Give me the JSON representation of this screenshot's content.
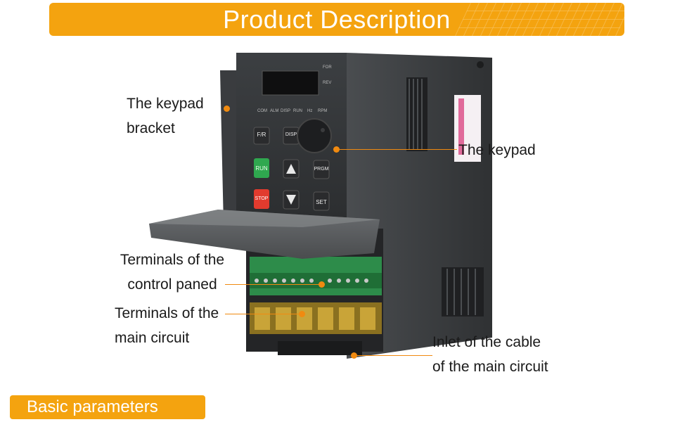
{
  "header": {
    "title": "Product Description"
  },
  "labels": {
    "keypad_bracket": [
      "The keypad",
      "bracket"
    ],
    "keypad": "The keypad",
    "control_terminals": [
      "Terminals of the",
      "control paned"
    ],
    "main_terminals": [
      "Terminals of the",
      "main circuit"
    ],
    "cable_inlet": [
      "Inlet of the cable",
      "of the main circuit"
    ]
  },
  "device": {
    "indicators": [
      "FOR",
      "REV"
    ],
    "status_labels": [
      "COM",
      "ALM",
      "DISP",
      "RUN",
      "Hz",
      "RPM"
    ],
    "buttons": {
      "fr": "F/R",
      "disp": "DISP",
      "run": "RUN",
      "prgm": "PRGM",
      "stop": "STOP",
      "set": "SET"
    }
  },
  "footer": {
    "title": "Basic parameters"
  },
  "colors": {
    "accent": "#f4a30f",
    "pointer": "#f08a10",
    "run_button": "#2fa84f",
    "stop_button": "#e23b2e",
    "housing": "#3e4144"
  },
  "icons": [
    "up-arrow-icon",
    "down-arrow-icon",
    "knob-icon"
  ]
}
